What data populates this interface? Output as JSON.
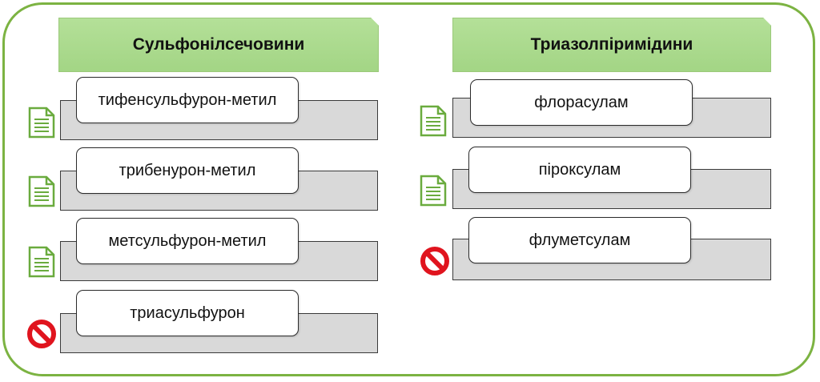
{
  "left_column": {
    "title": "Сульфонілсечовини",
    "items": [
      {
        "label": "тифенсульфурон-метил",
        "status_icon": "document-icon"
      },
      {
        "label": "трибенурон-метил",
        "status_icon": "document-icon"
      },
      {
        "label": "метсульфурон-метил",
        "status_icon": "document-icon"
      },
      {
        "label": "триасульфурон",
        "status_icon": "prohibited-icon"
      }
    ]
  },
  "right_column": {
    "title": "Триазолпіримідини",
    "items": [
      {
        "label": "флорасулам",
        "status_icon": "document-icon"
      },
      {
        "label": "піроксулам",
        "status_icon": "document-icon"
      },
      {
        "label": "флуметсулам",
        "status_icon": "prohibited-icon"
      }
    ]
  },
  "colors": {
    "frame_border": "#7cb342",
    "header_fill": "#a8d98a",
    "gray_box_fill": "#d9d9d9",
    "document_icon": "#6aab3e",
    "prohibited_icon": "#e0141e"
  }
}
